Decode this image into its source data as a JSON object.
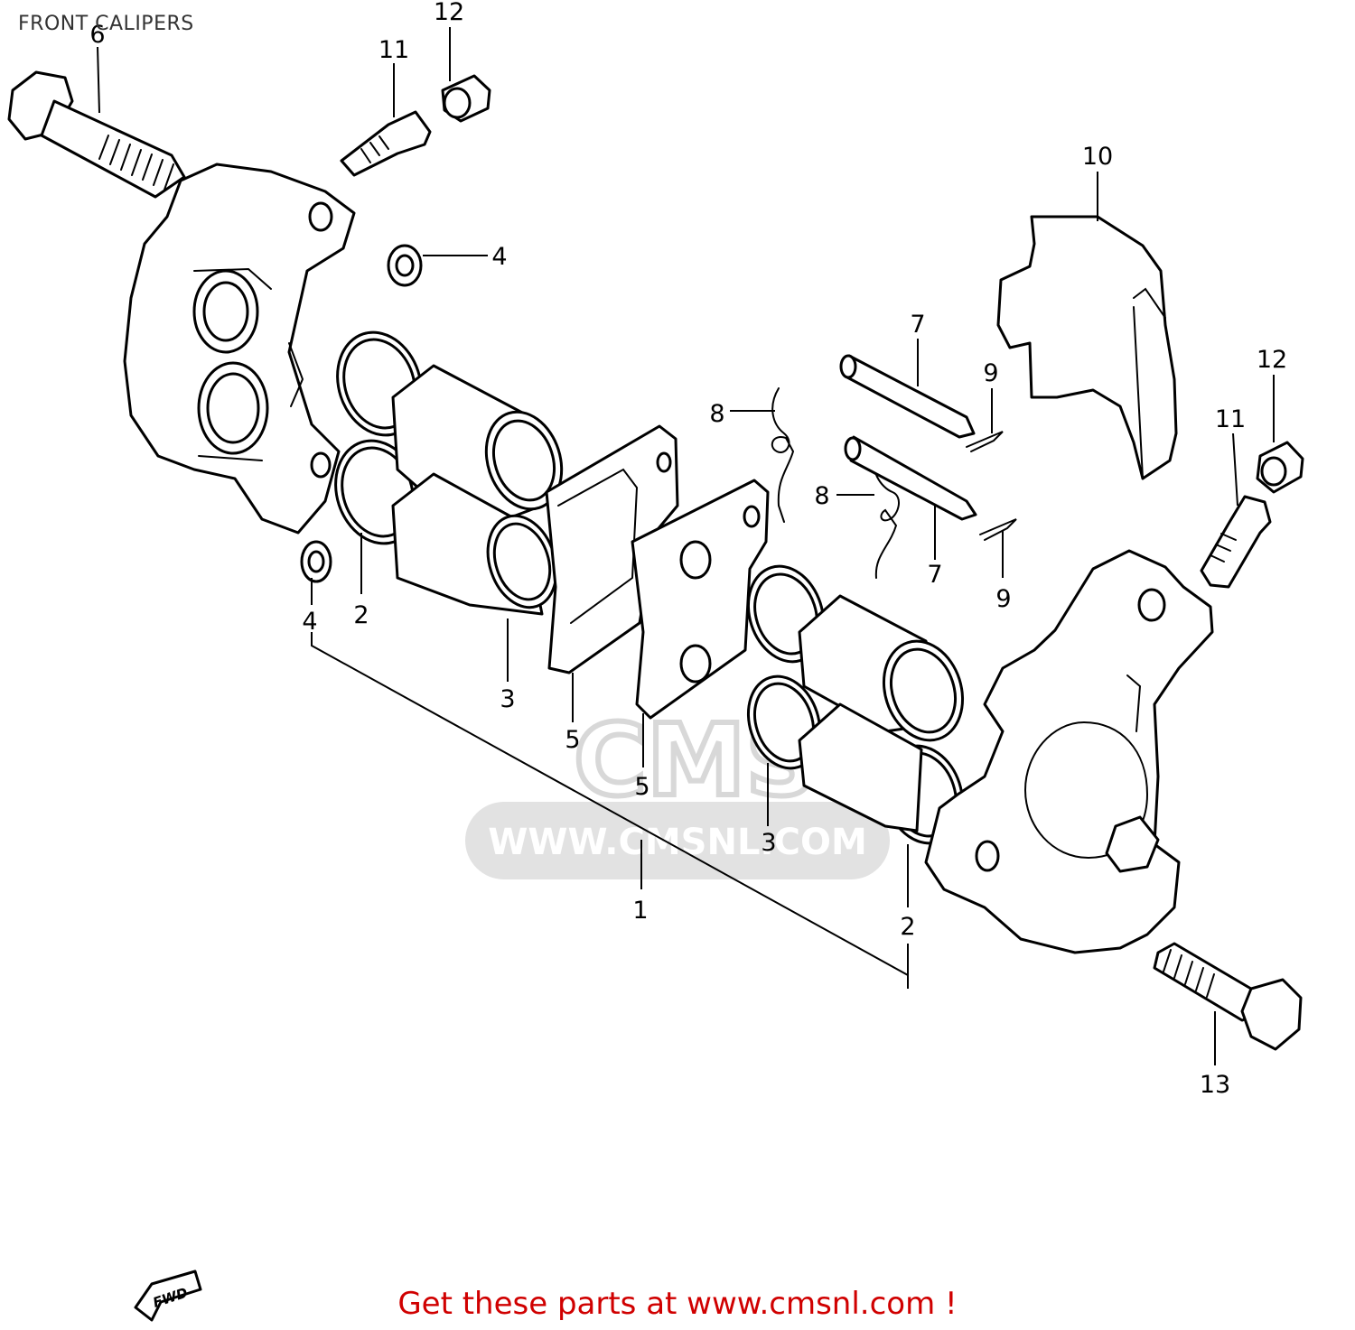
{
  "header": {
    "title": "FRONT CALIPERS"
  },
  "watermark": {
    "brand": "CMS",
    "url": "WWW.CMSNL.COM"
  },
  "fwd_badge": {
    "label": "FWD"
  },
  "callouts": [
    "1",
    "2",
    "2",
    "3",
    "3",
    "4",
    "4",
    "5",
    "5",
    "6",
    "7",
    "7",
    "8",
    "8",
    "9",
    "9",
    "10",
    "11",
    "11",
    "12",
    "12",
    "13"
  ],
  "footer": {
    "promo": "Get these parts at www.cmsnl.com !"
  }
}
